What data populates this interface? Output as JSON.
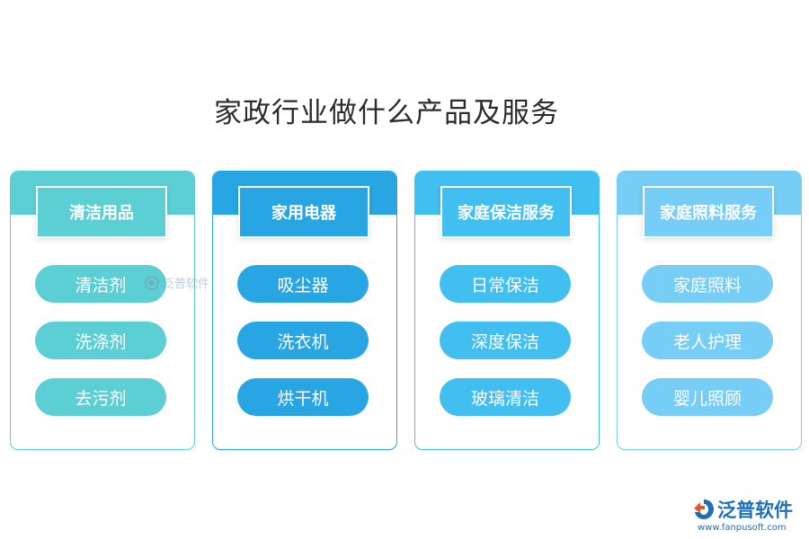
{
  "title": "家政行业做什么产品及服务",
  "categories": [
    {
      "name": "清洁用品",
      "color": "#5ccfd4",
      "items": [
        "清洁剂",
        "洗涤剂",
        "去污剂"
      ]
    },
    {
      "name": "家用电器",
      "color": "#27a6e3",
      "items": [
        "吸尘器",
        "洗衣机",
        "烘干机"
      ]
    },
    {
      "name": "家庭保洁服务",
      "color": "#41bff0",
      "items": [
        "日常保洁",
        "深度保洁",
        "玻璃清洁"
      ]
    },
    {
      "name": "家庭照料服务",
      "color": "#76cdf5",
      "items": [
        "家庭照料",
        "老人护理",
        "婴儿照顾"
      ]
    }
  ],
  "watermark": {
    "text": "泛普软件"
  },
  "logo": {
    "name": "泛普软件",
    "url": "www.fanpusoft.com",
    "color": "#1f6fb8",
    "icon": "fanpu-logo-icon"
  }
}
